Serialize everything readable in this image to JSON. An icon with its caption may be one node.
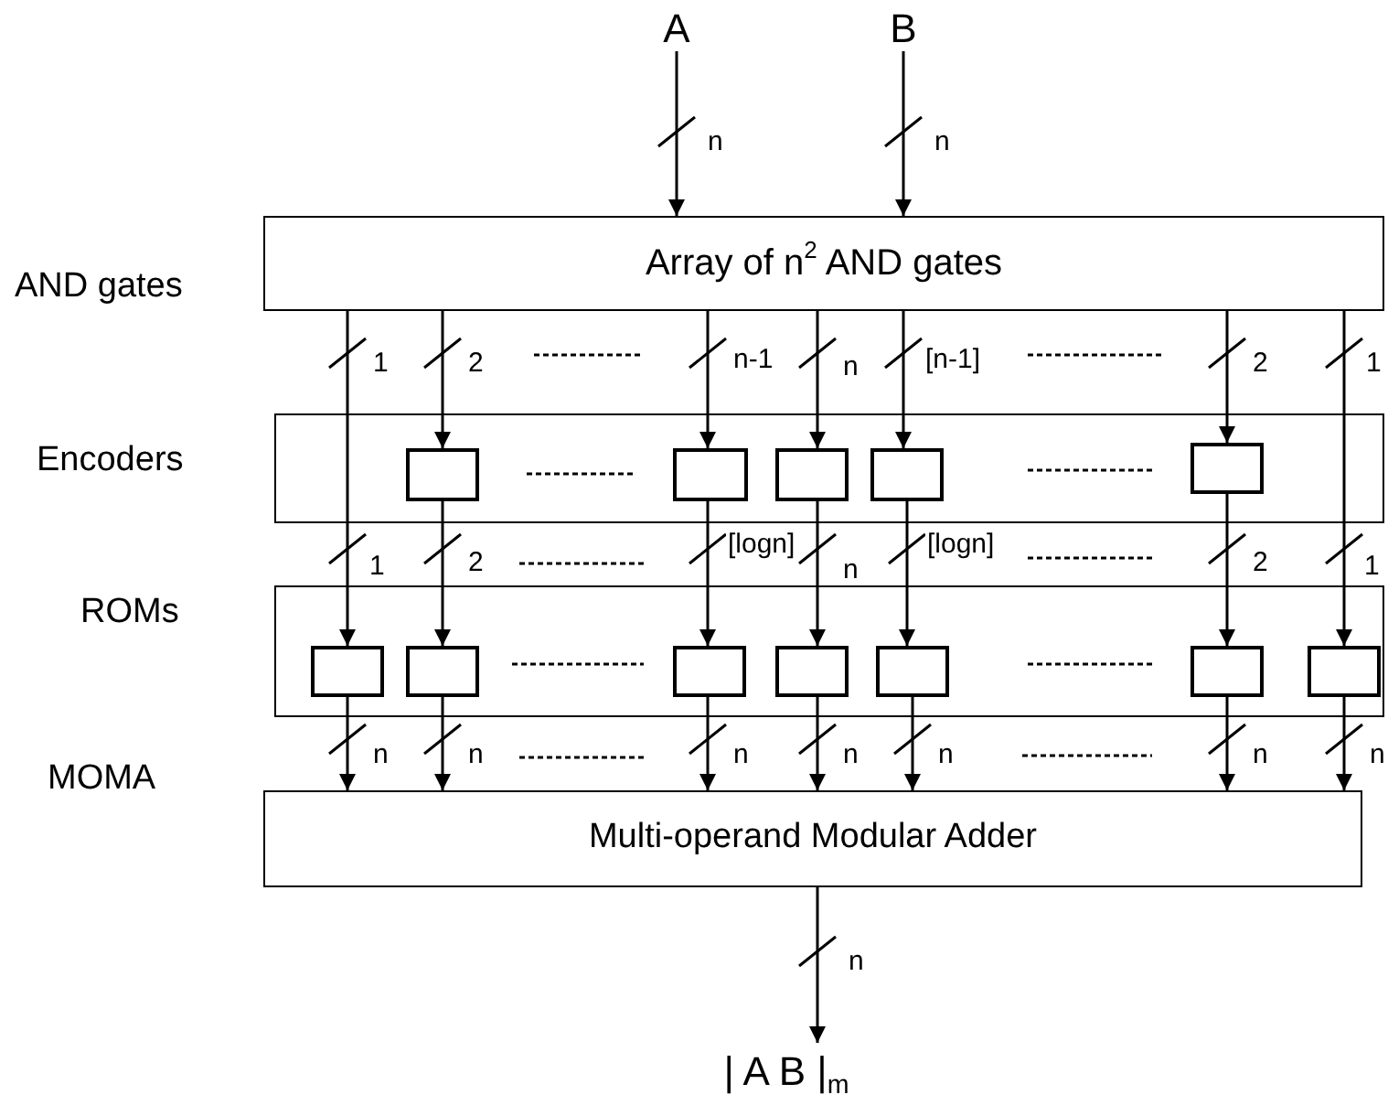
{
  "diagram": {
    "nodes": [
      {
        "text": [
          "A"
        ]
      },
      {
        "text": [
          "B"
        ]
      },
      {
        "text": [
          "Array of n$^{2}$ AND gates"
        ]
      },
      {
        "text": [],
        "shape": "box"
      },
      {
        "text": [],
        "shape": "box",
        "in": 3
      },
      {
        "text": [],
        "shape": "box",
        "in": 3
      },
      {
        "text": [],
        "shape": "box",
        "in": 3
      },
      {
        "text": [],
        "shape": "box",
        "in": 3
      },
      {
        "text": [],
        "shape": "box",
        "in": 3
      },
      {
        "text": [],
        "shape": "box"
      },
      {
        "text": [],
        "shape": "box",
        "in": 9
      },
      {
        "text": [],
        "shape": "box",
        "in": 9
      },
      {
        "text": [],
        "shape": "box",
        "in": 9
      },
      {
        "text": [],
        "shape": "box",
        "in": 9
      },
      {
        "text": [],
        "shape": "box",
        "in": 9
      },
      {
        "text": [],
        "shape": "box",
        "in": 9
      },
      {
        "text": [],
        "shape": "box",
        "in": 9
      },
      {
        "text": [
          "Multi-operand Modular Adder"
        ]
      },
      {
        "text": [
          "| A B |$_{m}$"
        ]
      }
    ],
    "edges": [
      {
        "from": 0,
        "to": 2,
        "arrow": "to",
        "label": "n"
      },
      {
        "from": 1,
        "to": 2,
        "arrow": "to",
        "label": "n"
      },
      {
        "from": 2,
        "to": 10,
        "arrow": "to",
        "label": "1"
      },
      {
        "from": 2,
        "to": 4,
        "arrow": "to",
        "label": "2"
      },
      {
        "from": 2,
        "to": 5,
        "arrow": "to",
        "label": "n-1"
      },
      {
        "from": 2,
        "to": 6,
        "arrow": "to",
        "label": "n"
      },
      {
        "from": 2,
        "to": 7,
        "arrow": "to",
        "label": "[n-1]"
      },
      {
        "from": 2,
        "to": 8,
        "arrow": "to",
        "label": "2"
      },
      {
        "from": 2,
        "to": 16,
        "arrow": "to",
        "label": "1"
      },
      {
        "from": 4,
        "to": 11,
        "arrow": "to",
        "label": "2"
      },
      {
        "from": 5,
        "to": 12,
        "arrow": "to",
        "label": "[logn]"
      },
      {
        "from": 6,
        "to": 13,
        "arrow": "to",
        "label": "n"
      },
      {
        "from": 7,
        "to": 14,
        "arrow": "to",
        "label": "[logn]"
      },
      {
        "from": 8,
        "to": 15,
        "arrow": "to",
        "label": "2"
      },
      {
        "from": 10,
        "to": 17,
        "arrow": "to",
        "label": "n"
      },
      {
        "from": 11,
        "to": 17,
        "arrow": "to",
        "label": "n"
      },
      {
        "from": 12,
        "to": 17,
        "arrow": "to",
        "label": "n"
      },
      {
        "from": 13,
        "to": 17,
        "arrow": "to",
        "label": "n"
      },
      {
        "from": 14,
        "to": 17,
        "arrow": "to",
        "label": "n"
      },
      {
        "from": 15,
        "to": 17,
        "arrow": "to",
        "label": "n"
      },
      {
        "from": 16,
        "to": 17,
        "arrow": "to",
        "label": "n"
      },
      {
        "from": 17,
        "to": 18,
        "arrow": "to",
        "label": "n"
      }
    ],
    "labels": [
      "AND gates",
      "Encoders",
      "1",
      "1",
      "ROMs",
      "MOMA"
    ]
  }
}
